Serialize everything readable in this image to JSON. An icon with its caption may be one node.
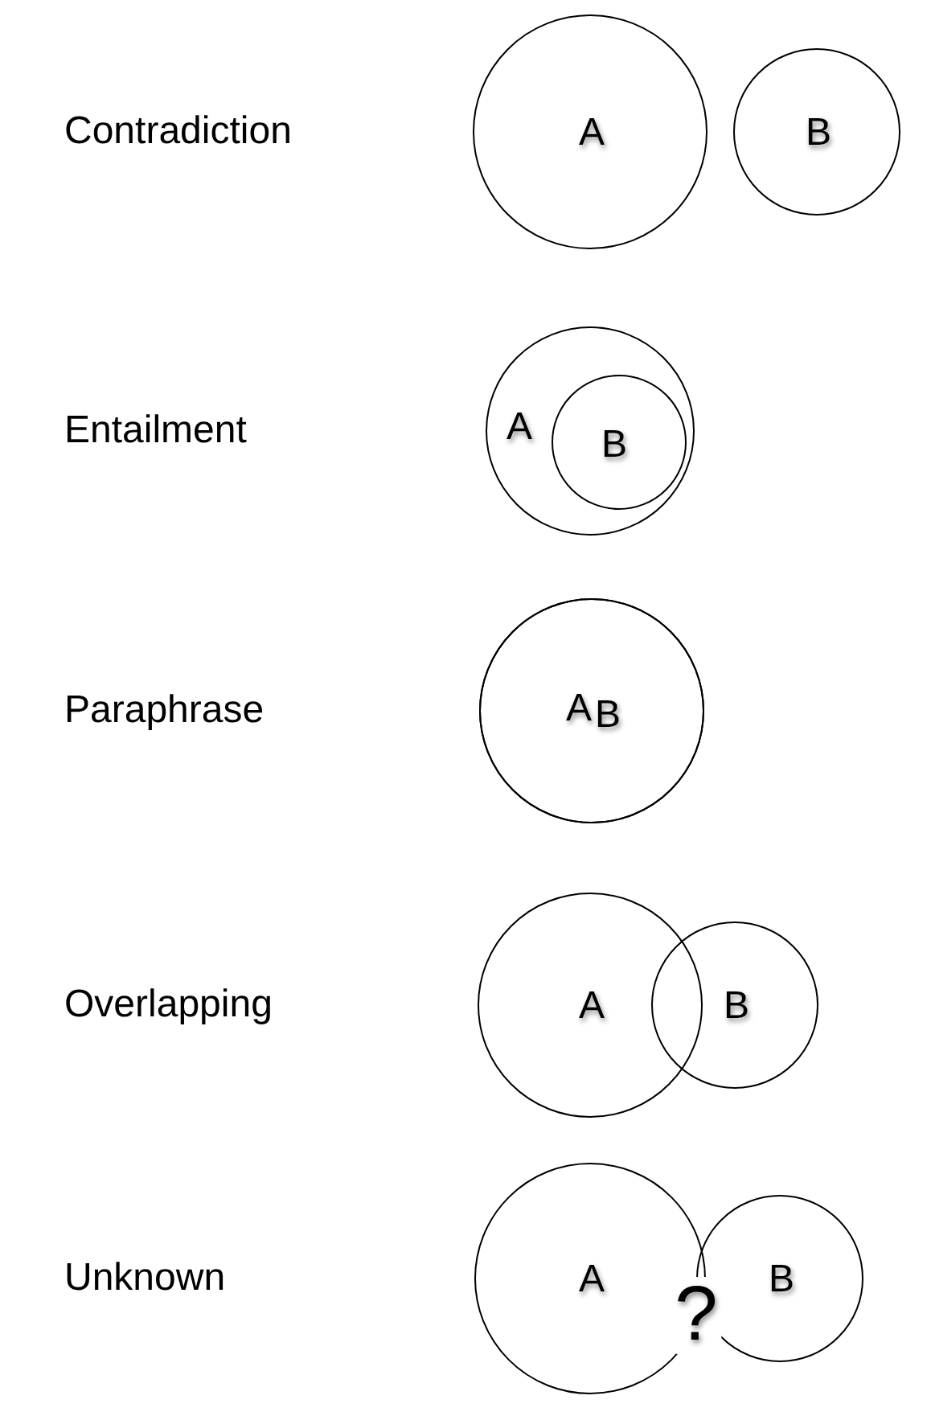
{
  "diagram": {
    "nodes": [
      {
        "text": [
          "A"
        ]
      },
      {
        "text": [
          "B"
        ]
      },
      {
        "text": [
          "A"
        ]
      },
      {
        "text": [
          "B"
        ],
        "in": 2
      },
      {
        "text": [
          "A"
        ]
      },
      {
        "text": [
          "B"
        ]
      },
      {
        "text": [
          "A"
        ]
      },
      {
        "text": [
          "B"
        ]
      },
      {
        "text": [
          "A"
        ]
      },
      {
        "text": [
          "B"
        ]
      }
    ],
    "labels": [
      "Contradiction",
      "Entailment",
      "Paraphrase",
      "Overlapping",
      "Unknown",
      "?"
    ]
  }
}
